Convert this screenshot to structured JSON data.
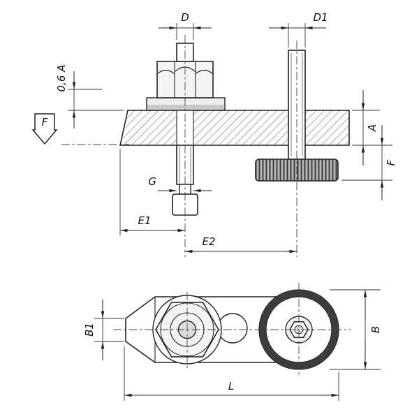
{
  "drawing": {
    "labels": {
      "d": "D",
      "d1": "D1",
      "clamp_height": "0,6 A",
      "force": "F",
      "a": "A",
      "f": "F",
      "g": "G",
      "e1": "E1",
      "e2": "E2",
      "b1": "B1",
      "b": "B",
      "l": "L"
    },
    "colors": {
      "line": "#222222",
      "hatch": "#6a6a6a",
      "knurl": "#3a3a3a",
      "background": "#ffffff"
    }
  }
}
